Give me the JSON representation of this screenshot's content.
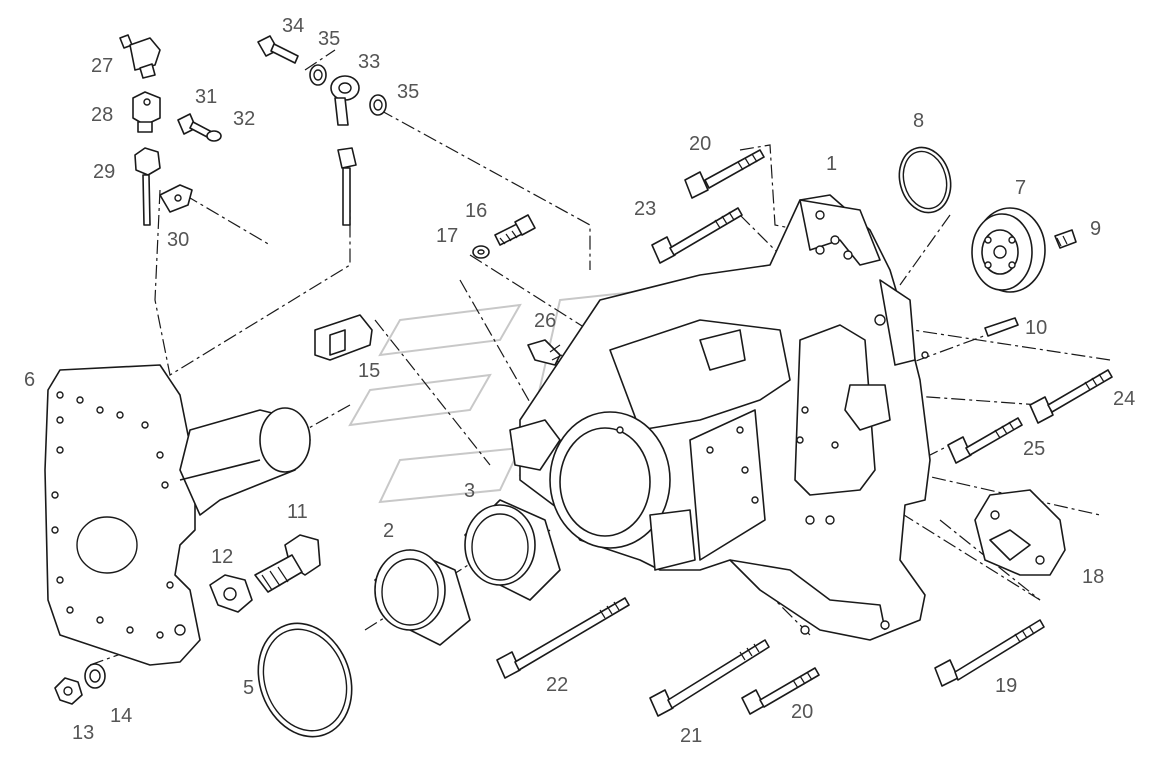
{
  "callouts": {
    "c1": "1",
    "c2": "2",
    "c3": "3",
    "c5": "5",
    "c6": "6",
    "c7": "7",
    "c8": "8",
    "c9": "9",
    "c10": "10",
    "c11": "11",
    "c12": "12",
    "c13": "13",
    "c14": "14",
    "c15": "15",
    "c16": "16",
    "c17": "17",
    "c18": "18",
    "c19": "19",
    "c20a": "20",
    "c20b": "20",
    "c21": "21",
    "c22": "22",
    "c23": "23",
    "c24": "24",
    "c25": "25",
    "c26": "26",
    "c27": "27",
    "c28": "28",
    "c29": "29",
    "c30": "30",
    "c31": "31",
    "c32": "32",
    "c33": "33",
    "c34": "34",
    "c35a": "35",
    "c35b": "35"
  },
  "colors": {
    "line": "#1a1a1a",
    "label": "#555555",
    "watermark": "#c8c8c8"
  }
}
